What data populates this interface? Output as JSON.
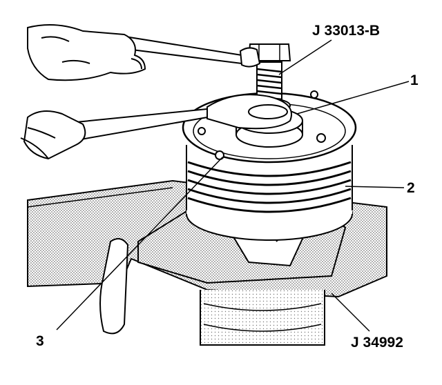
{
  "figure": {
    "callouts": {
      "tool_top": "J 33013-B",
      "part_1": "1",
      "part_2": "2",
      "part_3": "3",
      "tool_bottom": "J 34992"
    },
    "colors": {
      "ink": "#000000",
      "paper": "#ffffff",
      "shade": "#9a9a9a"
    }
  }
}
